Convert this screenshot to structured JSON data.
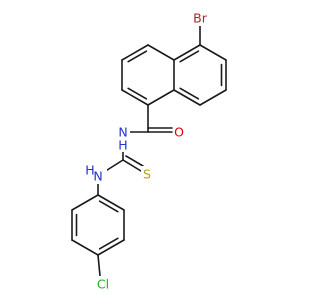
{
  "colors": {
    "background": "#ffffff",
    "bond": "#1a1a1a",
    "carbon": "#1a1a1a",
    "bromine": "#a52a2a",
    "oxygen": "#e00000",
    "nitrogen": "#2233cc",
    "sulfur": "#b8a000",
    "chlorine": "#1db31d"
  },
  "atoms": {
    "br": "Br",
    "o": "O",
    "n_amide": "N",
    "h_amide": "H",
    "s": "S",
    "n_aryl": "N",
    "h_aryl": "H",
    "cl": "Cl"
  }
}
